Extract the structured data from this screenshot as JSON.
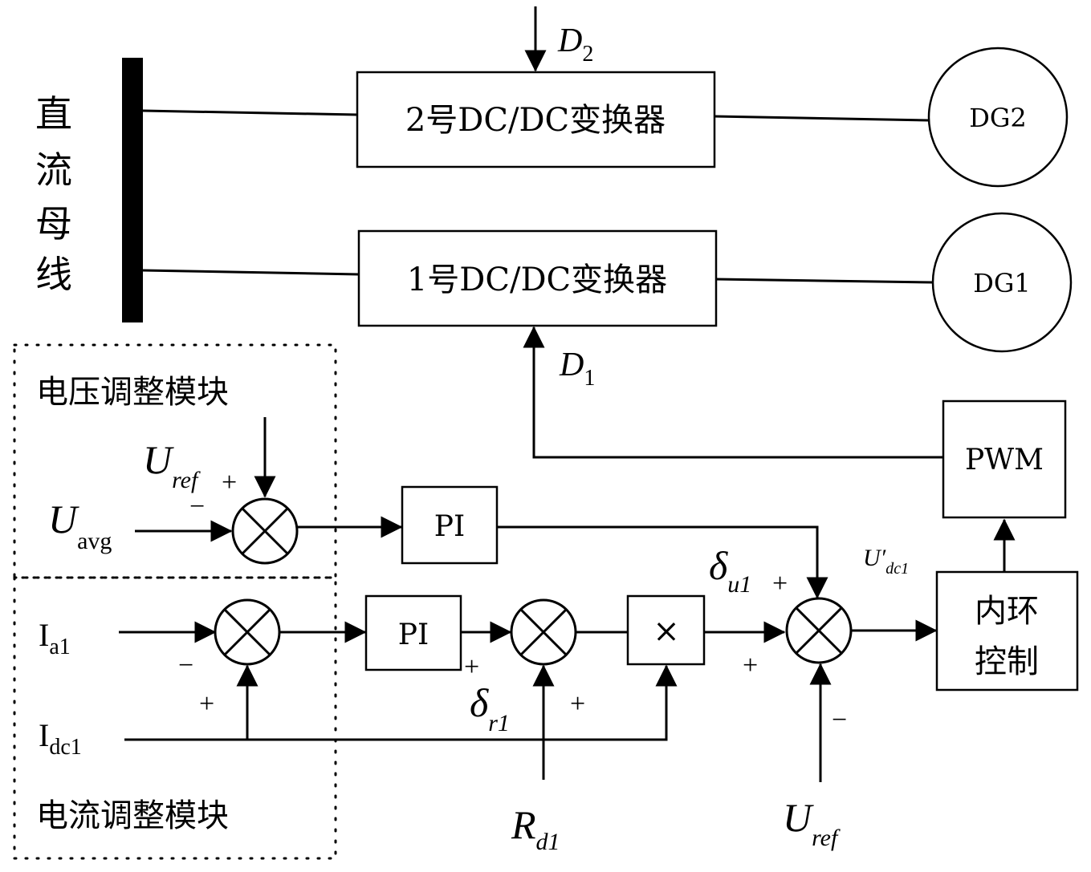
{
  "bus_label": [
    "直",
    "流",
    "母",
    "线"
  ],
  "converters": {
    "c2": "2号DC/DC变换器",
    "c1": "1号DC/DC变换器"
  },
  "generators": {
    "dg2": "DG2",
    "dg1": "DG1"
  },
  "duty": {
    "d2_main": "D",
    "d2_sub": "2",
    "d1_main": "D",
    "d1_sub": "1"
  },
  "modules": {
    "voltage": "电压调整模块",
    "current": "电流调整模块"
  },
  "blocks": {
    "pi": "PI",
    "multiply": "×",
    "pwm": "PWM",
    "inner_1": "内环",
    "inner_2": "控制"
  },
  "signals": {
    "uref_main": "U",
    "uref_sub": "ref",
    "uavg_main": "U",
    "uavg_sub": "avg",
    "ia1_main": "I",
    "ia1_sub": "a1",
    "idc1_main": "I",
    "idc1_sub": "dc1",
    "delta_r_main": "δ",
    "delta_r_sub": "r1",
    "delta_u_main": "δ",
    "delta_u_sub": "u1",
    "rd_main": "R",
    "rd_sub": "d1",
    "udc_main": "U′",
    "udc_sub": "dc1"
  },
  "signs": {
    "plus": "+",
    "minus": "−"
  }
}
